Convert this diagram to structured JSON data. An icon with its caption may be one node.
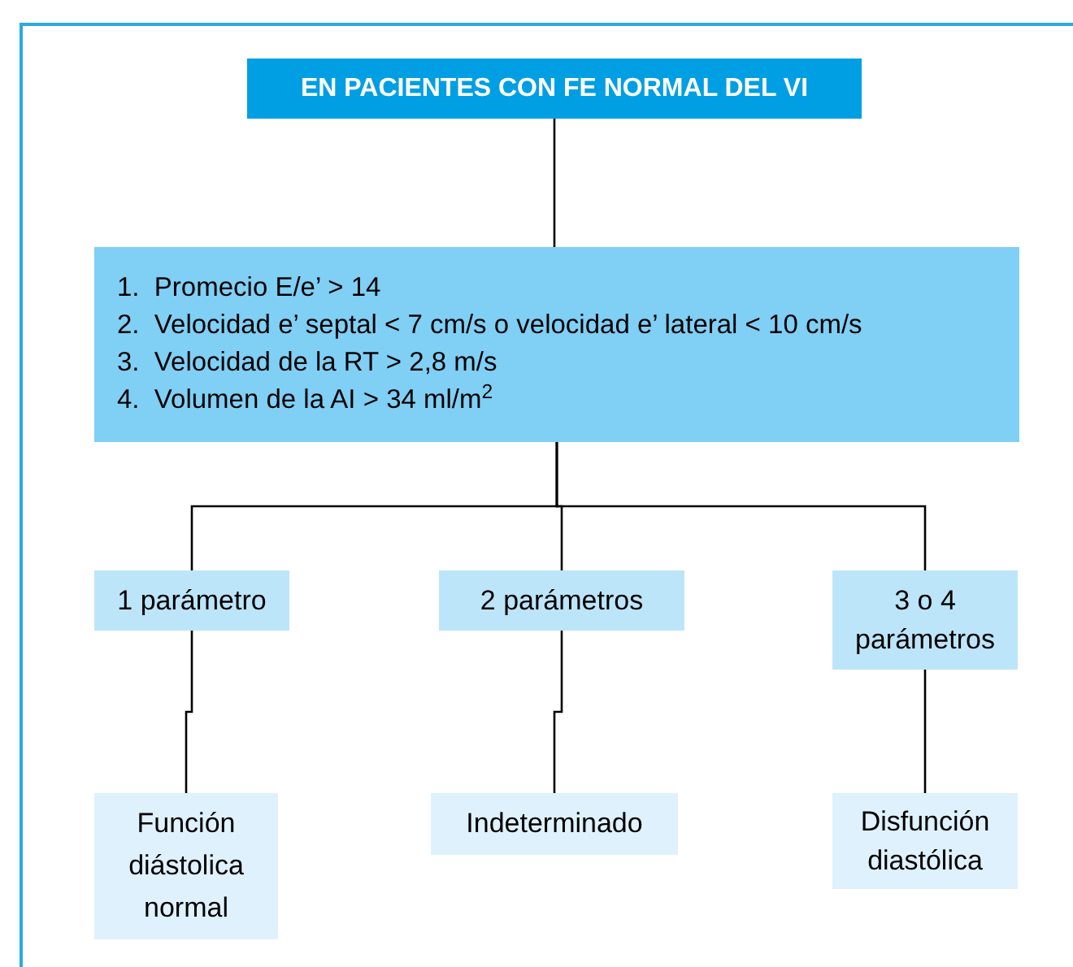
{
  "diagram": {
    "nodes": [
      {
        "text": [
          "EN PACIENTES CON FE NORMAL DEL VI"
        ]
      },
      {
        "text": [
          "1.  Promecio E/e’ > 14",
          "2.  Velocidad e’ septal < 7 cm/s o velocidad e’ lateral < 10 cm/s",
          "3.  Velocidad de la RT > 2,8 m/s",
          "4.  Volumen de la AI > 34 ml/m$^{2}$"
        ]
      },
      {
        "text": [
          "1 parámetro"
        ]
      },
      {
        "text": [
          "2 parámetros"
        ]
      },
      {
        "text": [
          "3 o 4 parámetros"
        ]
      },
      {
        "text": [
          "Función diástolica normal"
        ]
      },
      {
        "text": [
          "Indeterminado"
        ]
      },
      {
        "text": [
          "Disfunción diastólica"
        ]
      }
    ],
    "edges": [
      {
        "from": 0,
        "to": 1,
        "arrow": "none"
      },
      {
        "from": 1,
        "to": 2,
        "arrow": "none"
      },
      {
        "from": 1,
        "to": 3,
        "arrow": "none"
      },
      {
        "from": 1,
        "to": 4,
        "arrow": "none"
      },
      {
        "from": 2,
        "to": 5,
        "arrow": "none"
      },
      {
        "from": 3,
        "to": 6,
        "arrow": "none"
      },
      {
        "from": 4,
        "to": 7,
        "arrow": "none"
      }
    ]
  }
}
